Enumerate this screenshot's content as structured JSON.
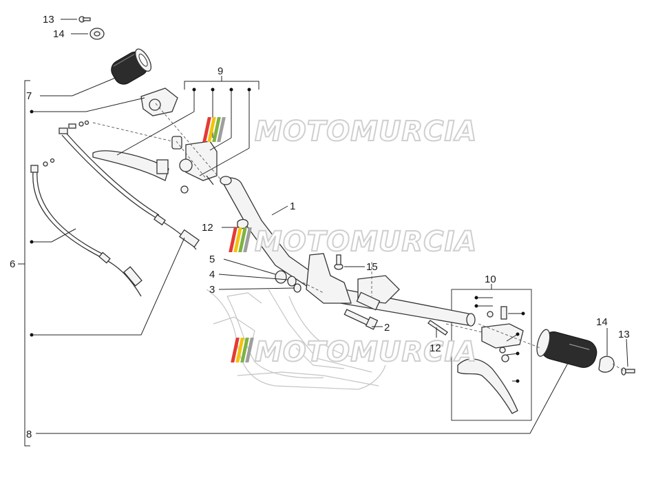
{
  "callouts": {
    "c1": "1",
    "c2": "2",
    "c3": "3",
    "c4": "4",
    "c5": "5",
    "c6": "6",
    "c7": "7",
    "c8": "8",
    "c9": "9",
    "c10": "10",
    "c12a": "12",
    "c12b": "12",
    "c13a": "13",
    "c13b": "13",
    "c14a": "14",
    "c14b": "14",
    "c15": "15"
  },
  "watermark": {
    "text": "MOTOMURCIA",
    "stripe_colors": [
      "#e53935",
      "#f4c20d",
      "#7cb342",
      "#9e9e9e"
    ]
  }
}
